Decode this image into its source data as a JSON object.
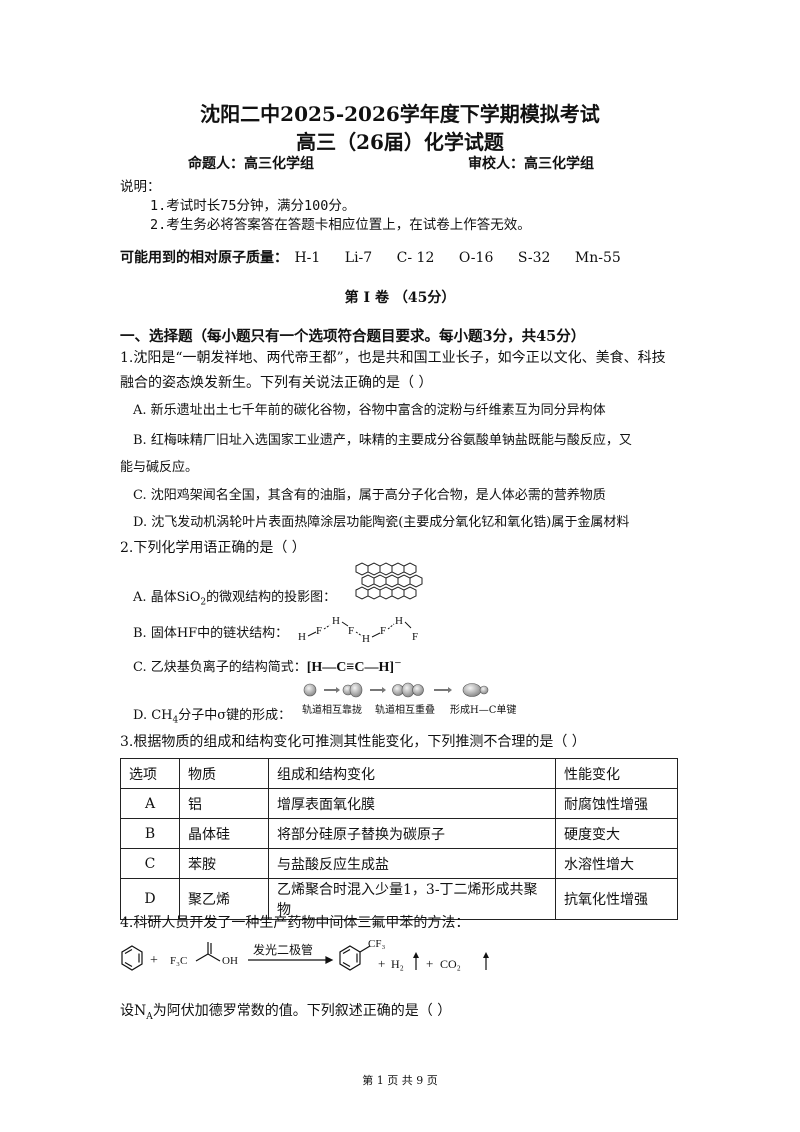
{
  "header": {
    "title_line1": "沈阳二中2025-2026学年度下学期模拟考试",
    "title_line2": "高三（26届）化学试题",
    "author_label": "命题人：高三化学组",
    "reviewer_label": "审校人：高三化学组"
  },
  "notes": {
    "label": "说明：",
    "items": [
      "1.考试时长75分钟，满分100分。",
      "2.考生务必将答案答在答题卡相应位置上，在试卷上作答无效。"
    ]
  },
  "atomic_masses": {
    "label": "可能用到的相对原子质量：",
    "values": [
      "H-1",
      "Li-7",
      "C- 12",
      "O-16",
      "S-32",
      "Mn-55"
    ]
  },
  "section": {
    "volume": "第 Ⅰ 卷 （45分）",
    "heading": "一、选择题（每小题只有一个选项符合题目要求。每小题3分，共45分）"
  },
  "q1": {
    "stem_line1": "1.沈阳是“一朝发祥地、两代帝王都”，也是共和国工业长子，如今正以文化、美食、科技",
    "stem_line2": "融合的姿态焕发新生。下列有关说法正确的是（    ）",
    "a": "A.  新乐遗址出土七千年前的碳化谷物，谷物中富含的淀粉与纤维素互为同分异构体",
    "b1": "B.  红梅味精厂旧址入选国家工业遗产，味精的主要成分谷氨酸单钠盐既能与酸反应，又",
    "b2": "能与碱反应。",
    "c": "C.  沈阳鸡架闻名全国，其含有的油脂，属于高分子化合物，是人体必需的营养物质",
    "d": "D.  沈飞发动机涡轮叶片表面热障涂层功能陶瓷(主要成分氧化钇和氧化锆)属于金属材料"
  },
  "q2": {
    "stem": "2.下列化学用语正确的是（    ）",
    "a_pre": "A.  晶体SiO",
    "a_sub": "2",
    "a_post": "的微观结构的投影图：",
    "b": "B.  固体HF中的链状结构：",
    "c": "C.  乙炔基负离子的结构简式：",
    "c_formula": "[H—C≡C—H]",
    "c_charge": "−",
    "d_pre": "D.  CH",
    "d_sub": "4",
    "d_post": "分子中σ键的形成：",
    "d_labels": [
      "轨道相互靠拢",
      "轨道相互重叠",
      "形成H—C单键"
    ]
  },
  "q3": {
    "stem": "3.根据物质的组成和结构变化可推测其性能变化，下列推测不合理的是（    ）",
    "table": {
      "headers": [
        "选项",
        "物质",
        "组成和结构变化",
        "性能变化"
      ],
      "rows": [
        [
          "A",
          "铝",
          "增厚表面氧化膜",
          "耐腐蚀性增强"
        ],
        [
          "B",
          "晶体硅",
          "将部分硅原子替换为碳原子",
          "硬度变大"
        ],
        [
          "C",
          "苯胺",
          "与盐酸反应生成盐",
          "水溶性增大"
        ],
        [
          "D",
          "聚乙烯",
          "乙烯聚合时混入少量1，3-丁二烯形成共聚物",
          "抗氧化性增强"
        ]
      ]
    }
  },
  "q4": {
    "stem": "4.科研人员开发了一种生产药物中间体三氟甲苯的方法：",
    "reagent": "F₃C",
    "oh": "OH",
    "condition": "发光二极管",
    "cf3": "CF₃",
    "plus": "+",
    "h2": "H₂",
    "co2": "CO₂",
    "na_pre": "设N",
    "na_sub": "A",
    "na_post": "为阿伏加德罗常数的值。下列叙述正确的是（    ）"
  },
  "footer": {
    "page": "第 1 页 共 9 页"
  }
}
